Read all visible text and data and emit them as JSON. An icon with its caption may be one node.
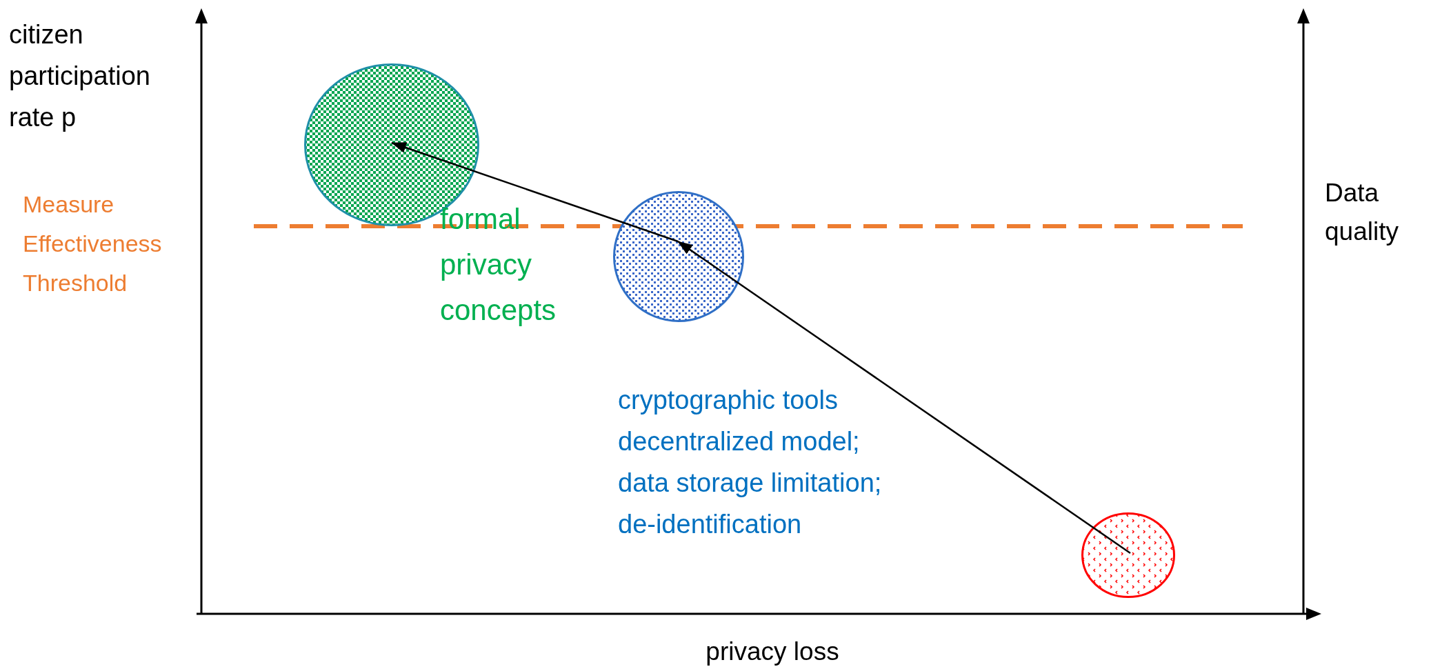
{
  "diagram": {
    "nodes": [
      {
        "text": [],
        "shape": "circle"
      },
      {
        "text": [],
        "shape": "circle"
      },
      {
        "text": [],
        "shape": "circle"
      }
    ],
    "edges": [
      {
        "from": 2,
        "to": 1,
        "arrow": "to"
      },
      {
        "from": 1,
        "to": 0,
        "arrow": "to"
      }
    ],
    "labels": [
      "citizen participation rate p",
      "Measure Effectiveness Threshold",
      "formal privacy concepts",
      "Data quality",
      "cryptographic tools",
      "decentralized model;",
      "data storage limitation;",
      "de-identification",
      "privacy loss"
    ]
  }
}
